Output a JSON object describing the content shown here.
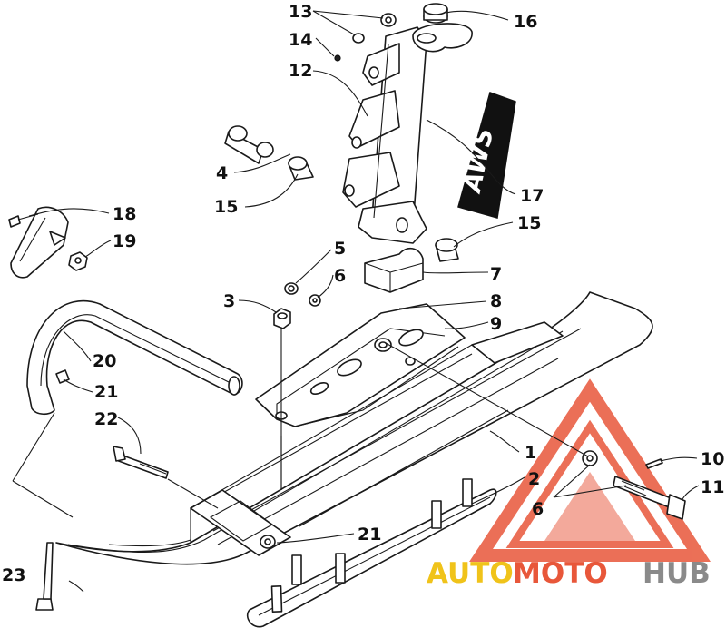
{
  "diagram": {
    "callouts": [
      {
        "id": "13",
        "label": "13"
      },
      {
        "id": "14",
        "label": "14"
      },
      {
        "id": "12",
        "label": "12"
      },
      {
        "id": "16",
        "label": "16"
      },
      {
        "id": "4",
        "label": "4"
      },
      {
        "id": "15a",
        "label": "15"
      },
      {
        "id": "17",
        "label": "17"
      },
      {
        "id": "15b",
        "label": "15"
      },
      {
        "id": "18",
        "label": "18"
      },
      {
        "id": "19",
        "label": "19"
      },
      {
        "id": "5",
        "label": "5"
      },
      {
        "id": "6a",
        "label": "6"
      },
      {
        "id": "7",
        "label": "7"
      },
      {
        "id": "3",
        "label": "3"
      },
      {
        "id": "8",
        "label": "8"
      },
      {
        "id": "9",
        "label": "9"
      },
      {
        "id": "20",
        "label": "20"
      },
      {
        "id": "21a",
        "label": "21"
      },
      {
        "id": "22",
        "label": "22"
      },
      {
        "id": "1",
        "label": "1"
      },
      {
        "id": "10",
        "label": "10"
      },
      {
        "id": "2",
        "label": "2"
      },
      {
        "id": "11",
        "label": "11"
      },
      {
        "id": "6b",
        "label": "6"
      },
      {
        "id": "21b",
        "label": "21"
      },
      {
        "id": "23",
        "label": "23"
      }
    ],
    "decal_text": "AWS"
  },
  "watermark": {
    "part1": "AUTO",
    "part2": "MOTO",
    "part3": "HUB",
    "colors": {
      "auto": "#f0c31a",
      "moto": "#e8573a",
      "hub": "#8a8a8a",
      "triangle": "#e8573a"
    }
  }
}
